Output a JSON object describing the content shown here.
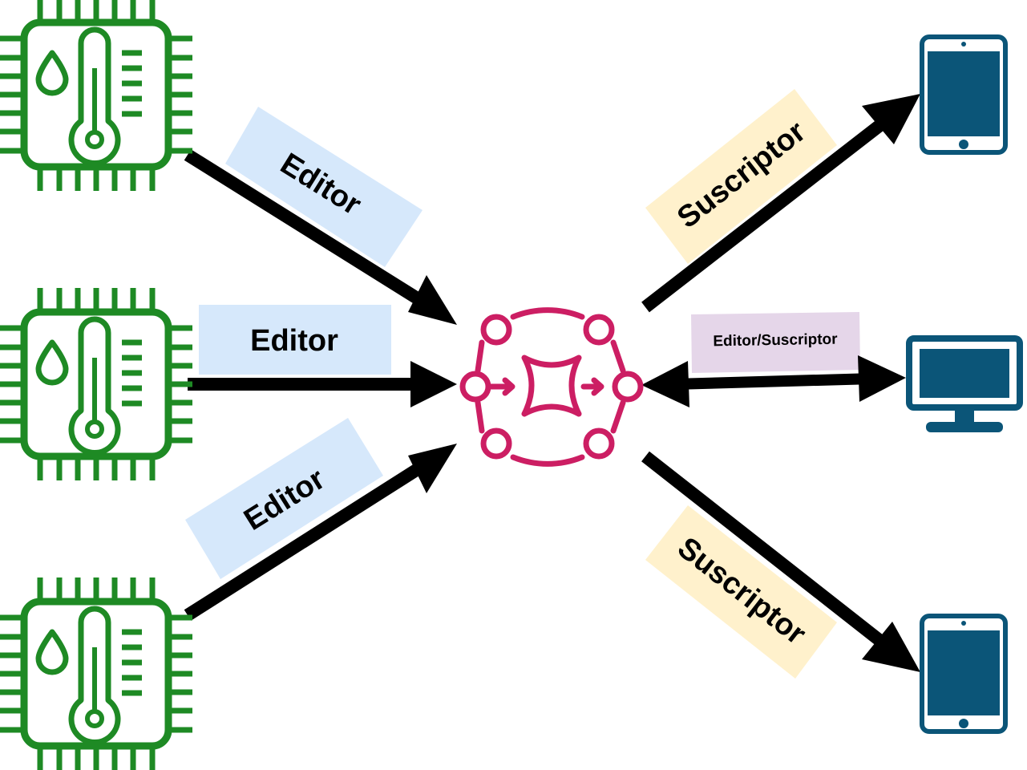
{
  "colors": {
    "sensor": "#1e8a24",
    "broker": "#cc1e63",
    "client": "#0b5578",
    "arrow": "#000000",
    "editor_bg": "#d6e8fb",
    "subscriber_bg": "#fff1cc",
    "mixed_bg": "#e5d6e9"
  },
  "nodes": {
    "sensors": [
      {
        "icon": "temperature-sensor-chip-icon"
      },
      {
        "icon": "temperature-sensor-chip-icon"
      },
      {
        "icon": "temperature-sensor-chip-icon"
      }
    ],
    "broker": {
      "icon": "message-broker-icon"
    },
    "clients": [
      {
        "icon": "tablet-icon"
      },
      {
        "icon": "desktop-monitor-icon"
      },
      {
        "icon": "tablet-icon"
      }
    ]
  },
  "labels": {
    "editor_top": "Editor",
    "editor_middle": "Editor",
    "editor_bottom": "Editor",
    "subscriber_top": "Suscriptor",
    "editor_subscriber": "Editor/Suscriptor",
    "subscriber_bottom": "Suscriptor"
  }
}
